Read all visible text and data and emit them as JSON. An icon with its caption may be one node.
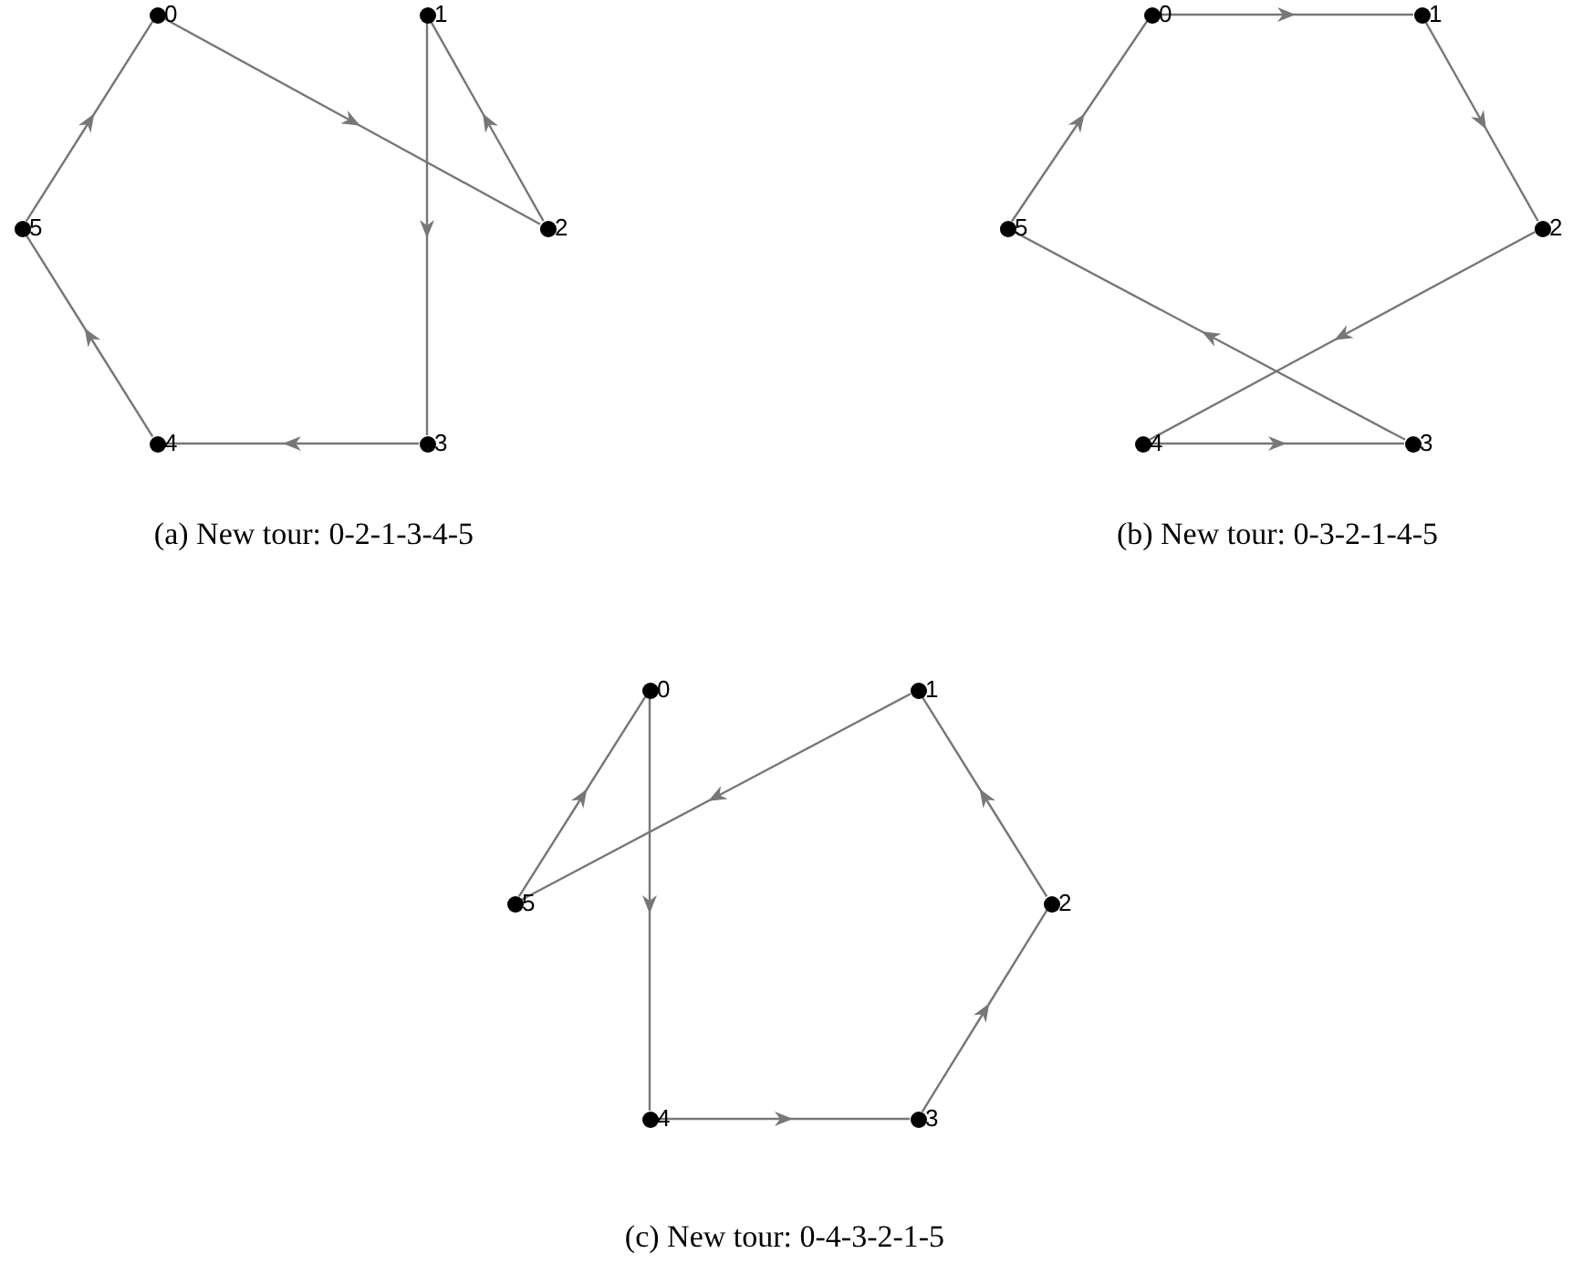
{
  "diagram": {
    "nodes": [
      {
        "text": [],
        "shape": "circle",
        "beside": [
          "0"
        ]
      },
      {
        "text": [],
        "shape": "circle",
        "beside": [
          "1"
        ]
      },
      {
        "text": [],
        "shape": "circle",
        "beside": [
          "2"
        ]
      },
      {
        "text": [],
        "shape": "circle",
        "beside": [
          "3"
        ]
      },
      {
        "text": [],
        "shape": "circle",
        "beside": [
          "4"
        ]
      },
      {
        "text": [],
        "shape": "circle",
        "beside": [
          "5"
        ]
      },
      {
        "text": [],
        "shape": "circle",
        "beside": [
          "0"
        ]
      },
      {
        "text": [],
        "shape": "circle",
        "beside": [
          "1"
        ]
      },
      {
        "text": [],
        "shape": "circle",
        "beside": [
          "2"
        ]
      },
      {
        "text": [],
        "shape": "circle",
        "beside": [
          "3"
        ]
      },
      {
        "text": [],
        "shape": "circle",
        "beside": [
          "4"
        ]
      },
      {
        "text": [],
        "shape": "circle",
        "beside": [
          "5"
        ]
      },
      {
        "text": [],
        "shape": "circle",
        "beside": [
          "0"
        ]
      },
      {
        "text": [],
        "shape": "circle",
        "beside": [
          "1"
        ]
      },
      {
        "text": [],
        "shape": "circle",
        "beside": [
          "2"
        ]
      },
      {
        "text": [],
        "shape": "circle",
        "beside": [
          "3"
        ]
      },
      {
        "text": [],
        "shape": "circle",
        "beside": [
          "4"
        ]
      },
      {
        "text": [],
        "shape": "circle",
        "beside": [
          "5"
        ]
      }
    ],
    "edges": [
      {
        "from": 0,
        "to": 2,
        "arrow": "to"
      },
      {
        "from": 2,
        "to": 1,
        "arrow": "to"
      },
      {
        "from": 1,
        "to": 3,
        "arrow": "to"
      },
      {
        "from": 3,
        "to": 4,
        "arrow": "to"
      },
      {
        "from": 4,
        "to": 5,
        "arrow": "to"
      },
      {
        "from": 5,
        "to": 0,
        "arrow": "to"
      },
      {
        "from": 6,
        "to": 7,
        "arrow": "to"
      },
      {
        "from": 7,
        "to": 8,
        "arrow": "to"
      },
      {
        "from": 8,
        "to": 10,
        "arrow": "to"
      },
      {
        "from": 10,
        "to": 9,
        "arrow": "to"
      },
      {
        "from": 9,
        "to": 11,
        "arrow": "to"
      },
      {
        "from": 11,
        "to": 6,
        "arrow": "to"
      },
      {
        "from": 12,
        "to": 16,
        "arrow": "to"
      },
      {
        "from": 16,
        "to": 15,
        "arrow": "to"
      },
      {
        "from": 15,
        "to": 14,
        "arrow": "to"
      },
      {
        "from": 14,
        "to": 13,
        "arrow": "to"
      },
      {
        "from": 13,
        "to": 17,
        "arrow": "to"
      },
      {
        "from": 17,
        "to": 12,
        "arrow": "to"
      }
    ],
    "labels": [
      "(a) New tour: 0-2-1-3-4-5",
      "(b) New tour: 0-3-2-1-4-5",
      "(c) New tour: 0-4-3-2-1-5"
    ]
  }
}
